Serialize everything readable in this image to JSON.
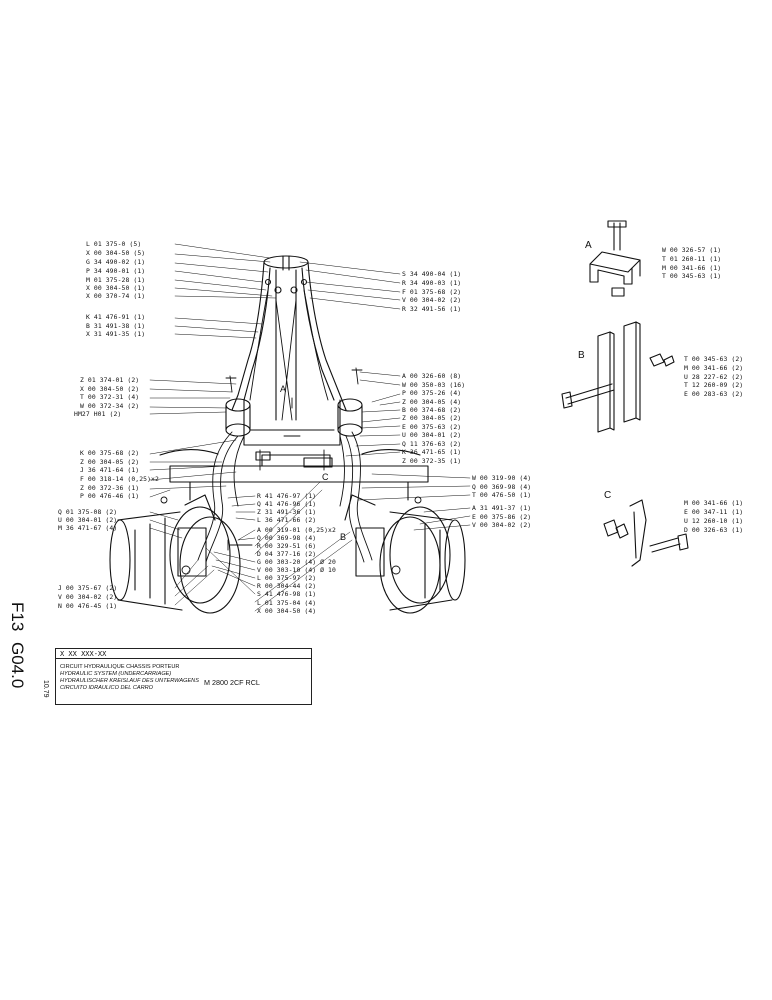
{
  "main_labels_left": [
    "L 01 375-0  (5)",
    "X 00 304-50 (5)",
    "G 34 490-02 (1)",
    "P 34 490-01 (1)",
    "M 01 375-28 (1)",
    "X 00 304-50 (1)",
    "X 00 370-74 (1)",
    "K 41 476-91 (1)",
    "B 31 491-38 (1)",
    "X 31 491-35 (1)",
    "Z 01 374-01 (2)",
    "X 00 304-50 (2)",
    "T 00 372-31 (4)",
    "W 00 372-34 (2)",
    "HM27  H01 (2)",
    "K 00 375-68 (2)",
    "Z 00 304-05 (2)",
    "J 36 471-64 (1)",
    "F 00 318-14 (0,25)x2",
    "Z 00 372-36 (1)",
    "P 00 476-46 (1)",
    "Q 01 375-08 (2)",
    "U 00 304-01 (2)",
    "M 36 471-67 (4)",
    "J 00 375-67 (2)",
    "V 00 304-02 (2)",
    "N 00 476-45 (1)"
  ],
  "main_labels_right": [
    "S 34 490-04 (1)",
    "R 34 490-03 (1)",
    "F 01 375-68 (2)",
    "V 00 304-02 (2)",
    "R 32 491-56 (1)",
    "A 00 326-60 (8)",
    "W 00 350-03 (16)",
    "P 00 375-26 (4)",
    "Z 00 304-05 (4)",
    "B 00 374-68 (2)",
    "Z 00 304-05 (2)",
    "E 00 375-63 (2)",
    "U 00 304-01 (2)",
    "Q 11 376-63 (2)",
    "K 36 471-65 (1)",
    "Z 00 372-35 (1)",
    "W 00 319-90 (4)",
    "Q 00 369-98 (4)",
    "T 00 476-50 (1)",
    "A 31 491-37 (1)",
    "E 00 375-86 (2)",
    "V 00 304-02 (2)"
  ],
  "main_labels_center": [
    "R 41 476-97 (1)",
    "Q 41 476-96 (1)",
    "Z 31 491-36 (1)",
    "L 36 471-66 (2)",
    "A 00 319-01 (0,25)x2",
    "Q 00 369-98 (4)",
    "R 00 329-51 (6)",
    "D 04 377-16 (2)",
    "G 00 303-20 (4) Ø 20",
    "V 00 303-10 (4) Ø 10",
    "L 00 375-97 (2)",
    "R 00 304-44 (2)",
    "S 41 476-98 (1)",
    "L 01 375-04 (4)",
    "X 00 304-50 (4)"
  ],
  "detail_a_labels": [
    "W 00 326-57 (1)",
    "T 01 260-11 (1)",
    "M 00 341-66 (1)",
    "T 00 345-63 (1)"
  ],
  "detail_b_labels": [
    "T 00 345-63 (2)",
    "M 00 341-66 (2)",
    "U 28 227-62 (2)",
    "T 12 260-09 (2)",
    "E 00 283-63 (2)"
  ],
  "detail_c_labels": [
    "M 00 341-66 (1)",
    "E 00 347-11 (1)",
    "U 12 260-10 (1)",
    "D 00 326-63 (1)"
  ],
  "detail_letters": {
    "a": "A",
    "b": "B",
    "c": "C"
  },
  "diagram_letters": {
    "a": "A",
    "b": "B",
    "c": "C"
  },
  "side_code": {
    "line1": "F13",
    "line2": "G04.0",
    "date": "10.79"
  },
  "title_block": {
    "ref": "X XX XXX-XX",
    "lines": [
      "CIRCUIT HYDRAULIQUE CHASSIS PORTEUR",
      "HYDRAULIC SYSTEM (UNDERCARRIAGE)",
      "HYDRAULISCHER KREISLAUF DES UNTERWAGENS",
      "CIRCUITO IDRAULICO DEL CARRO"
    ],
    "model": "M 2800 2CF RCL"
  },
  "colors": {
    "ink": "#111111",
    "paper": "#ffffff"
  }
}
